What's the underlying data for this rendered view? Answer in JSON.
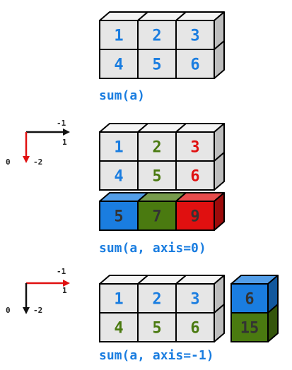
{
  "colors": {
    "blue_text": "#1a7de0",
    "green_text": "#4a7a10",
    "red_text": "#e01010",
    "dark_text": "#333333",
    "cube_face": "#e6e6e6",
    "cube_top": "#f4f4f4",
    "cube_side": "#bdbdbd",
    "fill_blue": "#1a7de0",
    "fill_green": "#4a7a10",
    "fill_red": "#e01010",
    "arrow_red": "#e01010",
    "arrow_black": "#111111"
  },
  "panels": [
    {
      "grid": [
        [
          "1",
          "2",
          "3"
        ],
        [
          "4",
          "5",
          "6"
        ]
      ],
      "grid_text_colors": [
        [
          "blue_text",
          "blue_text",
          "blue_text"
        ],
        [
          "blue_text",
          "blue_text",
          "blue_text"
        ]
      ],
      "caption": "sum(a)"
    },
    {
      "axis_labels": {
        "h_top": "-1",
        "h_bottom": "1",
        "v_left": "0",
        "v_right": "-2"
      },
      "highlight_axis": "vertical",
      "grid": [
        [
          "1",
          "2",
          "3"
        ],
        [
          "4",
          "5",
          "6"
        ]
      ],
      "grid_text_colors": [
        [
          "blue_text",
          "green_text",
          "red_text"
        ],
        [
          "blue_text",
          "green_text",
          "red_text"
        ]
      ],
      "result": [
        "5",
        "7",
        "9"
      ],
      "result_fills": [
        "fill_blue",
        "fill_green",
        "fill_red"
      ],
      "caption": "sum(a, axis=0)"
    },
    {
      "axis_labels": {
        "h_top": "-1",
        "h_bottom": "1",
        "v_left": "0",
        "v_right": "-2"
      },
      "highlight_axis": "horizontal",
      "grid": [
        [
          "1",
          "2",
          "3"
        ],
        [
          "4",
          "5",
          "6"
        ]
      ],
      "grid_text_colors": [
        [
          "blue_text",
          "blue_text",
          "blue_text"
        ],
        [
          "green_text",
          "green_text",
          "green_text"
        ]
      ],
      "result": [
        "6",
        "15"
      ],
      "result_fills": [
        "fill_blue",
        "fill_green"
      ],
      "caption": "sum(a, axis=-1)"
    }
  ]
}
